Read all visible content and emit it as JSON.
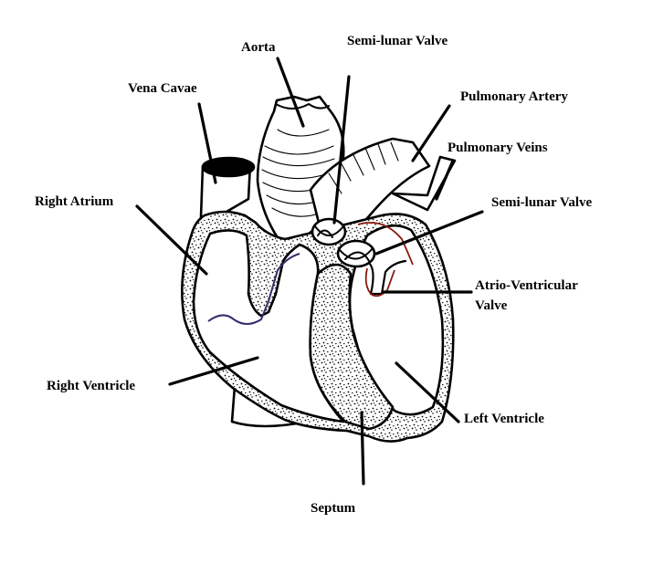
{
  "labels": {
    "aorta": "Aorta",
    "semilunar_top": "Semi-lunar Valve",
    "vena_cavae": "Vena Cavae",
    "pulmonary_artery": "Pulmonary Artery",
    "pulmonary_veins": "Pulmonary Veins",
    "right_atrium": "Right Atrium",
    "semilunar_right": "Semi-lunar Valve",
    "av_valve_line1": "Atrio-Ventricular",
    "av_valve_line2": "Valve",
    "right_ventricle": "Right Ventricle",
    "left_ventricle": "Left Ventricle",
    "septum": "Septum"
  },
  "colors": {
    "ink": "#000000",
    "paper": "#ffffff",
    "right_side_lining": "#3a2a6a",
    "left_side_lining": "#8a1a10"
  }
}
